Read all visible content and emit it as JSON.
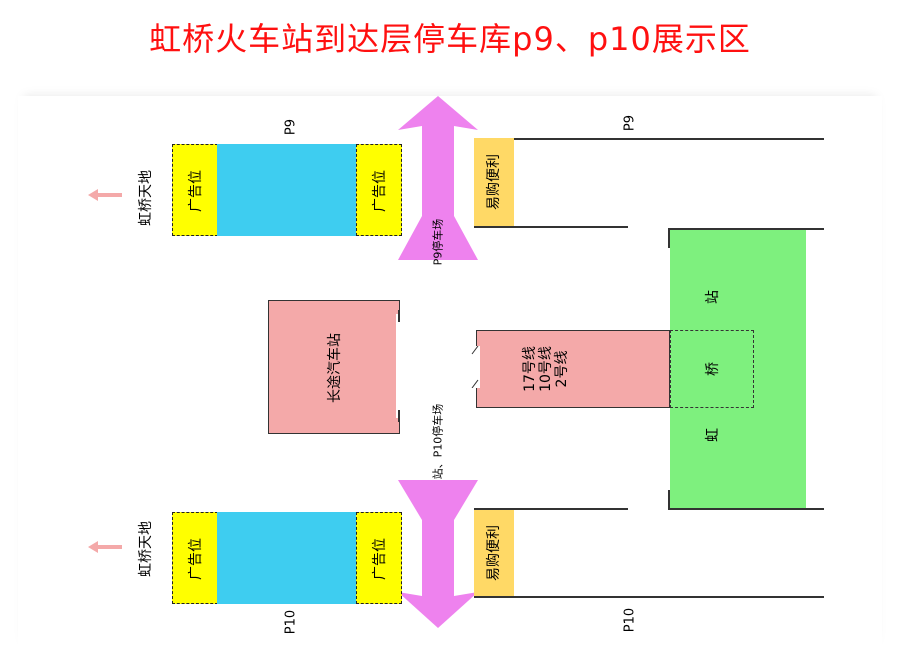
{
  "title": "虹桥火车站到达层停车库p9、p10展示区",
  "labels": {
    "p9_left": "P9",
    "p9_right": "P9",
    "p10_left": "P10",
    "p10_right": "P10",
    "hongqiao_tiandi_top": "虹桥天地",
    "hongqiao_tiandi_bottom": "虹桥天地",
    "ad_slot": "广告位",
    "shop": "易购便利",
    "p9_parking_arrow": "P9停车场",
    "p10_parking_arrow": "公交车站、P10停车场",
    "long_distance_bus": "长途汽车站",
    "metro_lines": [
      "2号线",
      "10号线",
      "17号线"
    ],
    "station_chars": [
      "站",
      "桥",
      "虹"
    ]
  },
  "colors": {
    "title": "#ff1010",
    "ad_slot": "#ffff00",
    "screen": "#3ecdf0",
    "shop": "#ffd966",
    "arrow": "#ee82ee",
    "bus_station": "#f4a9a9",
    "station": "#7ef07e",
    "exit_arrow": "#f4a9a9"
  },
  "icons": [
    "left-arrow-icon",
    "up-arrow-icon",
    "down-arrow-icon"
  ]
}
